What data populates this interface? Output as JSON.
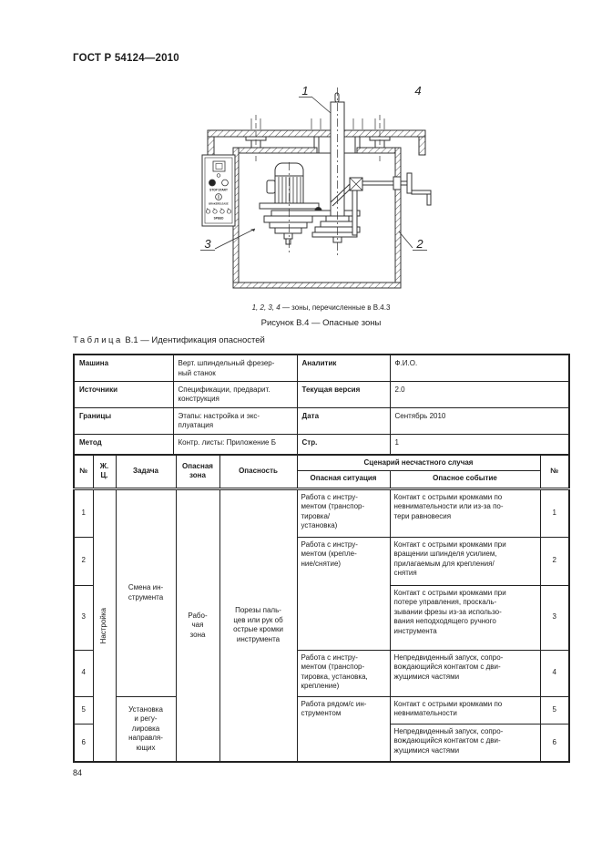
{
  "page": {
    "standard": "ГОСТ Р 54124—2010",
    "number": "84"
  },
  "figure": {
    "note_italic": "1, 2, 3, 4",
    "note_rest": " — зоны, перечисленные в В.4.3",
    "caption": "Рисунок В.4 — Опасные зоны",
    "labels": {
      "l1": "1",
      "l2": "2",
      "l3": "3",
      "l4": "4"
    },
    "panel": {
      "stop_start": "STOP START",
      "brake": "BRAKERELEASE",
      "speed": "SPEED"
    }
  },
  "table_caption": {
    "word": "Таблица",
    "rest": " В.1 — Идентификация опасностей"
  },
  "info_table": {
    "rows": [
      {
        "label": "Машина",
        "value": "Верт. шпиндельный фрезер-\nный станок",
        "label2": "Аналитик",
        "value2": "Ф.И.О."
      },
      {
        "label": "Источники",
        "value": "Спецификации, предварит.\nконструкция",
        "label2": "Текущая версия",
        "value2": "2.0"
      },
      {
        "label": "Границы",
        "value": "Этапы: настройка и экс-\nплуатация",
        "label2": "Дата",
        "value2": "Сентябрь 2010"
      },
      {
        "label": "Метод",
        "value": "Контр. листы: Приложение Б",
        "label2": "Стр.",
        "value2": "1"
      }
    ]
  },
  "hazard_table": {
    "headers": {
      "no": "№",
      "lifecycle": "Ж.\nЦ.",
      "task": "Задача",
      "zone": "Опасная\nзона",
      "hazard": "Опасность",
      "scenario": "Сценарий несчастного случая",
      "situation": "Опасная ситуация",
      "event": "Опасное событие",
      "no2": "№"
    },
    "merged": {
      "lifecycle": "Настройка",
      "task_1_4": "Смена ин-\nструмента",
      "task_5_6": "Установка\nи регу-\nлировка\nнаправля-\nющих",
      "zone": "Рабо-\nчая\nзона",
      "hazard": "Порезы паль-\nцев или рук об\nострые кромки\nинструмента",
      "situation_1": "Работа с инстру-\nментом (транспор-\nтировка/\nустановка)",
      "situation_2_3": "Работа с инстру-\nментом (крепле-\nние/снятие)",
      "situation_4": "Работа с инстру-\nментом (транспор-\nтировка, установка,\nкрепление)",
      "situation_5_6": "Работа рядом/с ин-\nструментом"
    },
    "rows": [
      {
        "no": "1",
        "event": "Контакт с острыми кромками по\nневнимательности или из-за по-\nтери равновесия"
      },
      {
        "no": "2",
        "event": "Контакт с острыми кромками при\nвращении шпинделя усилием,\nприлагаемым для крепления/\nснятия"
      },
      {
        "no": "3",
        "event": "Контакт с острыми кромками при\nпотере управления, проскаль-\nзывании фрезы из-за использо-\nвания неподходящего ручного\nинструмента"
      },
      {
        "no": "4",
        "event": "Непредвиденный запуск, сопро-\nвождающийся контактом с дви-\nжущимися частями"
      },
      {
        "no": "5",
        "event": "Контакт с острыми кромками по\nневнимательности"
      },
      {
        "no": "6",
        "event": "Непредвиденный запуск, сопро-\nвождающийся контактом с дви-\nжущимися частями"
      }
    ]
  }
}
